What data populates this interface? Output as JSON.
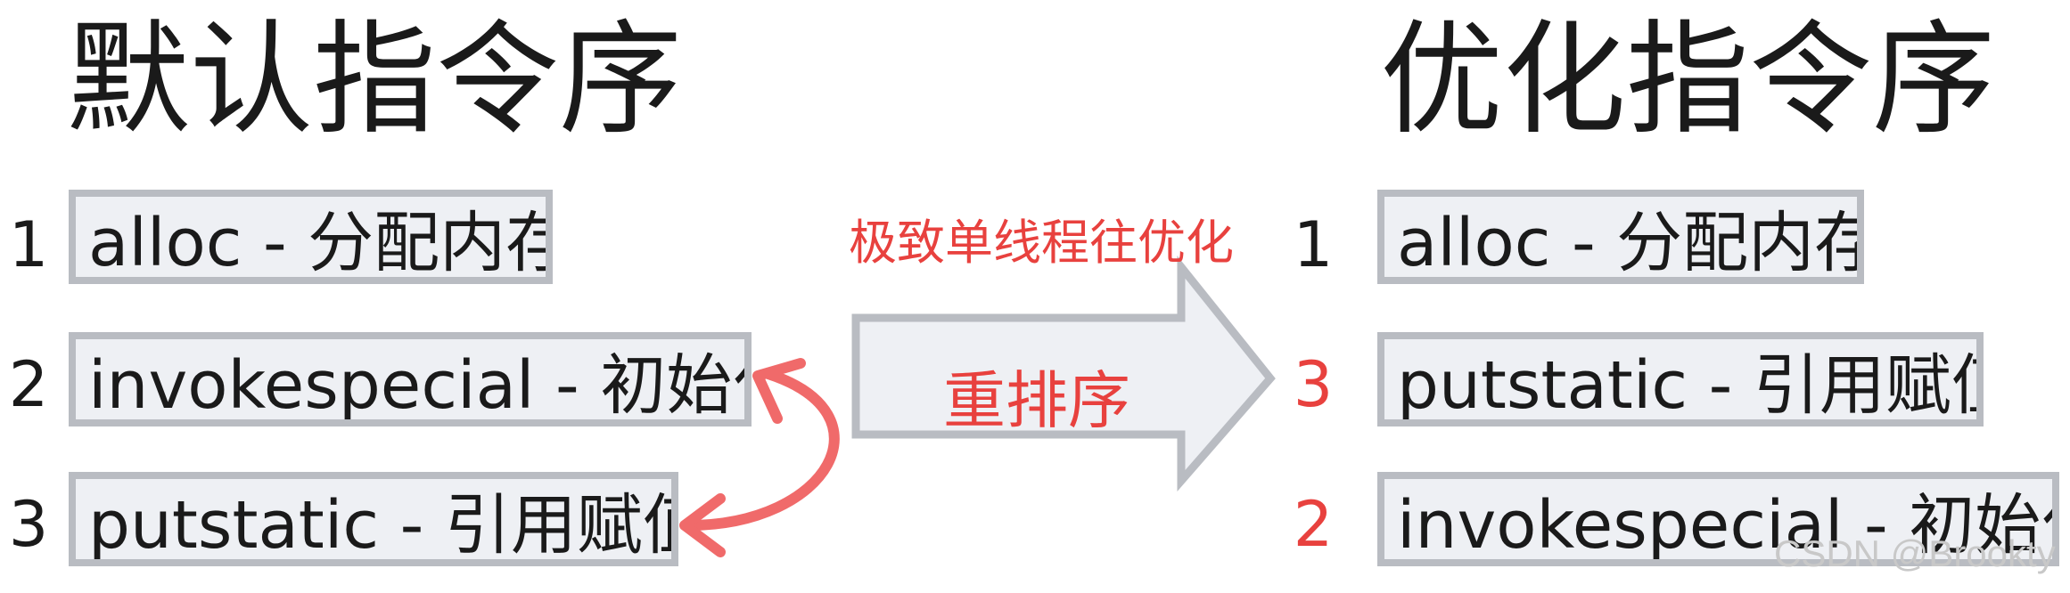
{
  "left": {
    "title": "默认指令序",
    "rows": [
      {
        "num": "1",
        "text": "alloc - 分配内存"
      },
      {
        "num": "2",
        "text": "invokespecial - 初始化"
      },
      {
        "num": "3",
        "text": "putstatic - 引用赋值"
      }
    ]
  },
  "right": {
    "title": "优化指令序",
    "rows": [
      {
        "num": "1",
        "text": "alloc - 分配内存"
      },
      {
        "num": "3",
        "text": "putstatic - 引用赋值"
      },
      {
        "num": "2",
        "text": "invokespecial - 初始化"
      }
    ]
  },
  "arrow": {
    "caption": "极致单线程往优化",
    "label": "重排序"
  },
  "colors": {
    "accent": "#e8413e",
    "box_border": "#b9bcc2",
    "box_fill": "#eef0f4",
    "curve": "#f06a6a"
  },
  "watermark": "CSDN @Brookty"
}
